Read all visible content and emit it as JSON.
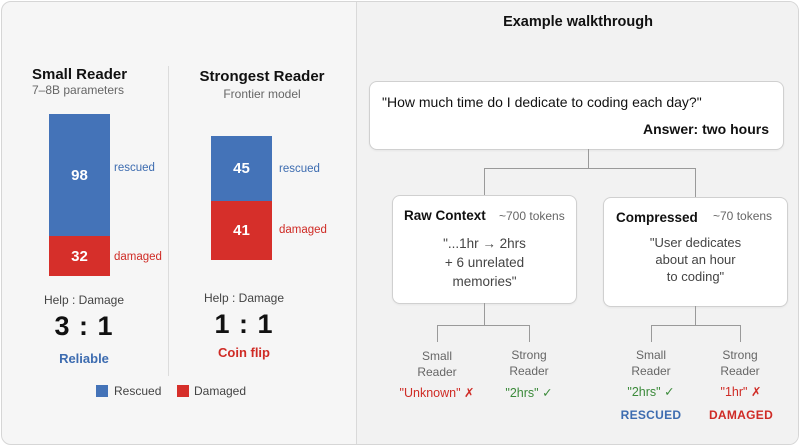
{
  "left": {
    "small": {
      "title": "Small Reader",
      "subtitle": "7–8B parameters",
      "rescued": 98,
      "damaged": 32,
      "rescued_label": "rescued",
      "damaged_label": "damaged",
      "ratio_label": "Help : Damage",
      "ratio": "3 : 1",
      "verdict": "Reliable"
    },
    "strong": {
      "title": "Strongest Reader",
      "subtitle": "Frontier model",
      "rescued": 45,
      "damaged": 41,
      "rescued_label": "rescued",
      "damaged_label": "damaged",
      "ratio_label": "Help : Damage",
      "ratio": "1 : 1",
      "verdict": "Coin flip"
    },
    "legend": {
      "rescued": "Rescued",
      "damaged": "Damaged"
    }
  },
  "right": {
    "title": "Example walkthrough",
    "question": "\"How much time do I dedicate to coding each day?\"",
    "answer": "Answer: two hours",
    "raw": {
      "title": "Raw Context",
      "tokens": "~700 tokens",
      "text": [
        "\"...1hr → 2hrs",
        "+ 6 unrelated",
        "memories\""
      ],
      "small_reader": [
        "Small",
        "Reader"
      ],
      "strong_reader": [
        "Strong",
        "Reader"
      ],
      "small_answer": "\"Unknown\" ✗",
      "strong_answer": "\"2hrs\" ✓"
    },
    "compressed": {
      "title": "Compressed",
      "tokens": "~70 tokens",
      "text": [
        "\"User dedicates",
        "about an hour",
        "to coding\""
      ],
      "small_reader": [
        "Small",
        "Reader"
      ],
      "strong_reader": [
        "Strong",
        "Reader"
      ],
      "small_answer": "\"2hrs\" ✓",
      "strong_answer": "\"1hr\" ✗",
      "small_status": "RESCUED",
      "strong_status": "DAMAGED"
    }
  },
  "colors": {
    "rescued": "#4473b8",
    "damaged": "#d62f2a",
    "correct": "#3b8a3a"
  }
}
